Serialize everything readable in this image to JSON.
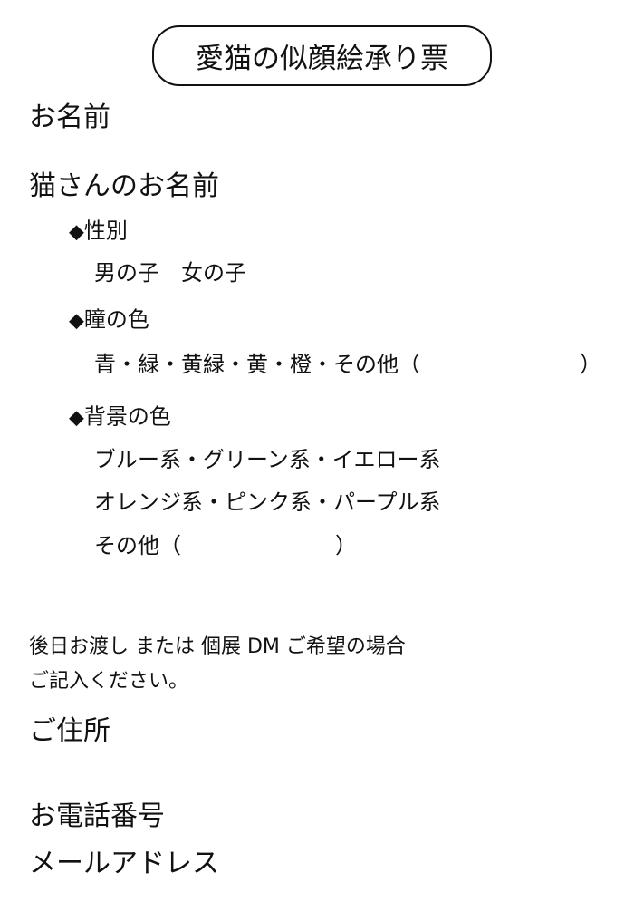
{
  "title": "愛猫の似顔絵承り票",
  "fields": {
    "name": "お名前",
    "cat_name": "猫さんのお名前",
    "address": "ご住所",
    "phone": "お電話番号",
    "email": "メールアドレス"
  },
  "sections": {
    "gender": {
      "marker": "◆",
      "label": "性別",
      "options": "男の子　女の子"
    },
    "eye_color": {
      "marker": "◆",
      "label": "瞳の色",
      "options": "青・緑・黄緑・黄・橙・その他（",
      "close": "）"
    },
    "background": {
      "marker": "◆",
      "label": "背景の色",
      "line1": "ブルー系・グリーン系・イエロー系",
      "line2": "オレンジ系・ピンク系・パープル系",
      "other": "その他（",
      "close": "）"
    }
  },
  "note": {
    "line1": "後日お渡し または 個展 DM ご希望の場合",
    "line2": "ご記入ください。"
  }
}
